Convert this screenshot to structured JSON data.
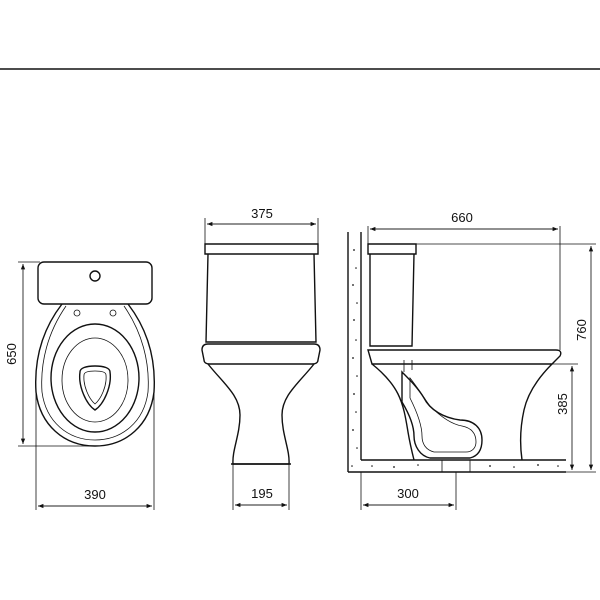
{
  "dimensions": {
    "top_view_depth": "650",
    "top_view_width": "390",
    "front_view_width": "375",
    "front_view_base_width": "195",
    "side_view_depth": "660",
    "side_view_height": "760",
    "side_view_seat_height": "385",
    "side_view_outlet_distance": "300"
  },
  "colors": {
    "line": "#111111",
    "background": "#ffffff"
  }
}
